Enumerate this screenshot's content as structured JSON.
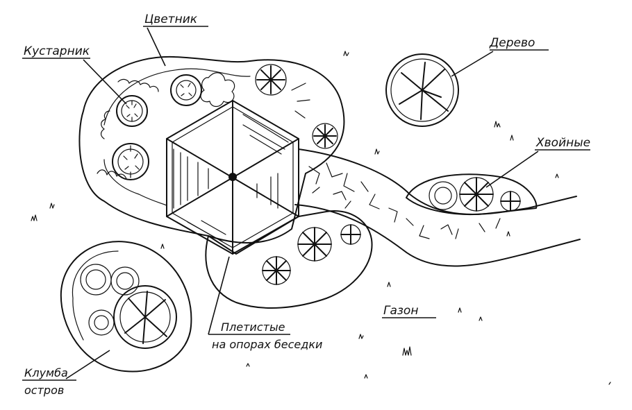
{
  "labels": {
    "flowerbed": "Цветник",
    "shrub": "Кустарник",
    "tree": "Дерево",
    "conifers": "Хвойные",
    "lawn": "Газон",
    "climbers_line1": "Плетистые",
    "climbers_line2": "на опорах беседки",
    "island_line1": "Клумба",
    "island_line2": "остров"
  },
  "colors": {
    "ink": "#111111",
    "paper": "#ffffff"
  }
}
